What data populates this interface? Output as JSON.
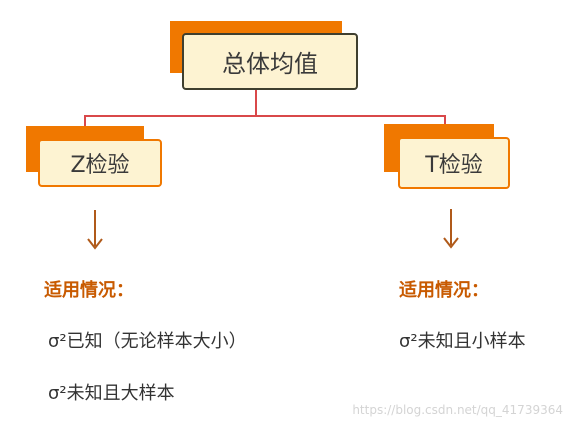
{
  "root": {
    "label": "总体均值"
  },
  "left": {
    "label": "Z检验",
    "heading": "适用情况：",
    "conditions": [
      "σ²已知（无论样本大小）",
      "σ²未知且大样本"
    ]
  },
  "right": {
    "label": "T检验",
    "heading": "适用情况：",
    "conditions": [
      "σ²未知且小样本"
    ]
  },
  "watermark": "https://blog.csdn.net/qq_41739364",
  "colors": {
    "accent": "#f07800",
    "connector": "#d9484a",
    "box_fill": "#fdf3d2",
    "heading": "#c85a00"
  }
}
